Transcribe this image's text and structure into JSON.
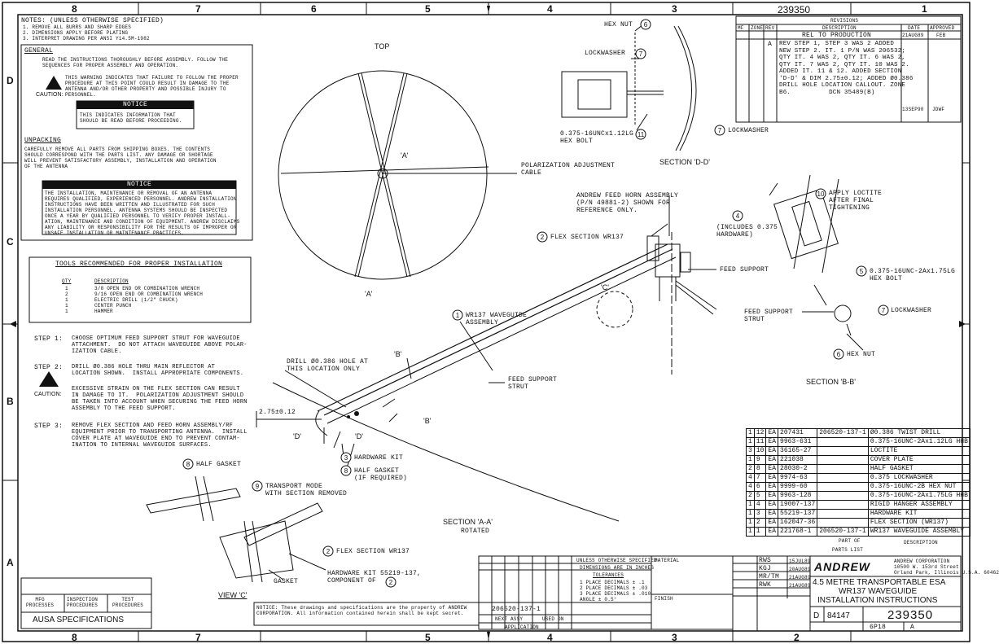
{
  "zones_top": [
    "8",
    "7",
    "6",
    "5",
    "4",
    "3",
    "2",
    "1"
  ],
  "zones_side": [
    "D",
    "C",
    "B",
    "A"
  ],
  "drawing_no": "239350",
  "notes": {
    "title": "NOTES: (UNLESS OTHERWISE SPECIFIED)",
    "lines": [
      "1. REMOVE ALL BURRS AND SHARP EDGES",
      "2. DIMENSIONS APPLY BEFORE PLATING",
      "3. INTERPRET DRAWING PER ANSI Y14.5M-1982"
    ]
  },
  "general": {
    "heading": "GENERAL",
    "text": "READ THE INSTRUCTIONS THOROUGHLY BEFORE ASSEMBLY. FOLLOW THE\nSEQUENCES FOR PROPER ASSEMBLY AND OPERATION.",
    "caution_label": "CAUTION:",
    "caution_text": "THIS WARNING INDICATES THAT FAILURE TO FOLLOW THE PROPER\nPROCEDURE AT THIS POINT COULD RESULT IN DAMAGE TO THE\nANTENNA AND/OR OTHER PROPERTY AND POSSIBLE INJURY TO\nPERSONNEL.",
    "notice1_title": "NOTICE",
    "notice1_text": "THIS INDICATES INFORMATION THAT\nSHOULD BE READ BEFORE PROCEEDING."
  },
  "unpacking": {
    "heading": "UNPACKING",
    "text": "CAREFULLY REMOVE ALL PARTS FROM SHIPPING BOXES. THE CONTENTS\nSHOULD CORRESPOND WITH THE PARTS LIST. ANY DAMAGE OR SHORTAGE\nWILL PREVENT SATISFACTORY ASSEMBLY, INSTALLATION AND OPERATION\nOF THE ANTENNA",
    "notice2_title": "NOTICE",
    "notice2_text": "THE INSTALLATION, MAINTENANCE OR REMOVAL OF AN ANTENNA\nREQUIRES QUALIFIED, EXPERIENCED PERSONNEL. ANDREW INSTALLATION\nINSTRUCTIONS HAVE BEEN WRITTEN AND ILLUSTRATED FOR SUCH\nINSTALLATION PERSONNEL. ANTENNA SYSTEMS SHOULD BE INSPECTED\nONCE A YEAR BY QUALIFIED PERSONNEL TO VERIFY PROPER INSTALL-\nATION, MAINTENANCE AND CONDITION OF EQUIPMENT. ANDREW DISCLAIMS\nANY LIABILITY OR RESPONSIBILITY FOR THE RESULTS OF IMPROPER OR\nUNSAFE INSTALLATION OR MAINTENANCE PRACTICES."
  },
  "tools": {
    "title": "TOOLS RECOMMENDED FOR PROPER INSTALLATION",
    "col_qty": "QTY",
    "col_desc": "DESCRIPTION",
    "items": [
      {
        "qty": "1",
        "desc": "3/8 OPEN END OR COMBINATION WRENCH"
      },
      {
        "qty": "2",
        "desc": "9/16 OPEN END OR COMBINATION WRENCH"
      },
      {
        "qty": "1",
        "desc": "ELECTRIC DRILL (1/2\" CHUCK)"
      },
      {
        "qty": "1",
        "desc": "CENTER PUNCH"
      },
      {
        "qty": "1",
        "desc": "HAMMER"
      }
    ]
  },
  "steps": [
    {
      "label": "STEP 1:",
      "text": "CHOOSE OPTIMUM FEED SUPPORT STRUT FOR WAVEGUIDE\nATTACHMENT.  DO NOT ATTACH WAVEGUIDE ABOVE POLAR-\nIZATION CABLE."
    },
    {
      "label": "STEP 2:",
      "text": "DRILL Ø0.386 HOLE THRU MAIN REFLECTOR AT\nLOCATION SHOWN.  INSTALL APPROPRIATE COMPONENTS."
    },
    {
      "label": "CAUTION:",
      "text": "EXCESSIVE STRAIN ON THE FLEX SECTION CAN RESULT\nIN DAMAGE TO IT.  POLARIZATION ADJUSTMENT SHOULD\nBE TAKEN INTO ACCOUNT WHEN SECURING THE FEED HORN\nASSEMBLY TO THE FEED SUPPORT."
    },
    {
      "label": "STEP 3:",
      "text": "REMOVE FLEX SECTION AND FEED HORN ASSEMBLY/RF\nEQUIPMENT PRIOR TO TRANSPORTING ANTENNA.  INSTALL\nCOVER PLATE AT WAVEGUIDE END TO PREVENT CONTAM-\nINATION TO INTERNAL WAVEGUIDE SURFACES."
    }
  ],
  "labels": {
    "top": "TOP",
    "a_mark": "'A'",
    "pol_cable": "POLARIZATION ADJUSTMENT\nCABLE",
    "hex_nut": "HEX NUT",
    "lockwasher": "LOCKWASHER",
    "hex_bolt_dd": "0.375-16UNCx1.12LG\nHEX BOLT",
    "lockwasher2": "LOCKWASHER",
    "section_dd": "SECTION 'D-D'",
    "feed_horn": "ANDREW FEED HORN ASSEMBLY\n(P/N 49881-2) SHOWN FOR\nREFERENCE ONLY.",
    "flex_wr137": "FLEX SECTION WR137",
    "feed_support": "FEED SUPPORT",
    "c_mark": "'C'",
    "wg_assy": "WR137 WAVEGUIDE\nASSEMBLY",
    "drill": "DRILL Ø0.386 HOLE AT\nTHIS LOCATION ONLY",
    "b_mark": "'B'",
    "fs_strut": "FEED SUPPORT\nSTRUT",
    "dim": "2.75±0.12",
    "d_mark": "'D'",
    "hw_kit": "HARDWARE KIT",
    "half_gasket_req": "HALF GASKET\n(IF REQUIRED)",
    "section_aa": "SECTION 'A-A'",
    "rotated": "ROTATED",
    "half_gasket": "HALF GASKET",
    "transport": "TRANSPORT MODE\nWITH SECTION REMOVED",
    "flex_wr137_b": "FLEX SECTION WR137",
    "hw_kit_b": "HARDWARE KIT 55219-137,\nCOMPONENT OF",
    "gasket": "GASKET",
    "view_c": "VIEW 'C'",
    "loctite": "APPLY LOCTITE\nAFTER FINAL\nTIGHTENING",
    "includes": "(INCLUDES 0.375\nHARDWARE)",
    "hex_bolt_bb": "0.375-16UNC-2Ax1.75LG\nHEX BOLT",
    "fs_strut_bb": "FEED SUPPORT\nSTRUT",
    "lockwasher_bb": "LOCKWASHER",
    "hex_nut_bb": "HEX NUT",
    "section_bb": "SECTION 'B-B'"
  },
  "revisions": {
    "title": "REVISIONS",
    "headers": [
      "MF",
      "ZONE",
      "REV",
      "DESCRIPTION",
      "DATE",
      "APPROVED"
    ],
    "rel": "REL TO PRODUCTION",
    "rel_date": "21AUG89",
    "rel_appr": "FEB",
    "rev": "A",
    "desc": "REV STEP 1, STEP 3 WAS 2 ADDED\nNEW STEP 2. IT. 1 P/N WAS 206532;\nQTY IT. 4 WAS 2, QTY IT. 6 WAS 2,\nQTY IT. 7 WAS 2, QTY IT. 10 WAS 2.\nADDED IT. 11 & 12. ADDED SECTION\n'D-D' & DIM 2.75±0.12; ADDED Ø0.386\nDRILL HOLE LOCATION CALLOUT. ZONE\nB6.          DCN 35489(B)",
    "date": "13SEP90",
    "appr": "JDWF"
  },
  "parts": [
    [
      "1",
      "12",
      "EA",
      "207431",
      "206520-137-1",
      "Ø0.386 TWIST DRILL"
    ],
    [
      "1",
      "11",
      "EA",
      "9963-631",
      "",
      "0.375-16UNC-2Ax1.12LG HHB"
    ],
    [
      "3",
      "10",
      "EA",
      "36165-27",
      "",
      "LOCTITE"
    ],
    [
      "1",
      "9",
      "EA",
      "221038",
      "",
      "COVER PLATE"
    ],
    [
      "2",
      "8",
      "EA",
      "28030-2",
      "",
      "HALF GASKET"
    ],
    [
      "4",
      "7",
      "EA",
      "9974-63",
      "",
      "0.375 LOCKWASHER"
    ],
    [
      "4",
      "6",
      "EA",
      "9999-60",
      "",
      "0.375-16UNC-2B HEX NUT"
    ],
    [
      "2",
      "5",
      "EA",
      "9963-128",
      "",
      "0.375-16UNC-2Ax1.75LG HHB"
    ],
    [
      "1",
      "4",
      "EA",
      "19007-137",
      "",
      "RIGID HANGER ASSEMBLY"
    ],
    [
      "1",
      "3",
      "EA",
      "55219-137",
      "",
      "HARDWARE KIT"
    ],
    [
      "1",
      "2",
      "EA",
      "162047-36",
      "",
      "FLEX SECTION (WR137)"
    ],
    [
      "1",
      "1",
      "EA",
      "221768-1",
      "206520-137-1",
      "WR137 WAVEGUIDE ASSEMBLY"
    ]
  ],
  "parts_footer": {
    "part_of": "PART OF",
    "parts_list": "PARTS LIST",
    "desc": "DESCRIPTION"
  },
  "title_block": {
    "company": "ANDREW",
    "company_addr": "ANDREW CORPORATION\n10500 W. 153rd Street\nOrland Park, Illinois U.S.A. 60462",
    "title1": "4.5 METRE TRANSPORTABLE ESA",
    "title2": "WR137 WAVEGUIDE",
    "title3": "INSTALLATION INSTRUCTIONS",
    "size": "D",
    "code": "84147",
    "dwg": "239350",
    "names": [
      "RWS",
      "KGJ",
      "MR/TM",
      "RWK"
    ],
    "dates": [
      "15JUL89",
      "20AUG89",
      "21AUG89",
      "21AUG89"
    ],
    "page": "6P18",
    "rev": "A"
  },
  "tolerances": {
    "head": "UNLESS OTHERWISE SPECIFIED",
    "sub": "DIMENSIONS ARE IN INCHES",
    "title": "TOLERANCES",
    "l1": "1 PLACE DECIMALS ± .1",
    "l2": "2 PLACE DECIMALS ± .03",
    "l3": "3 PLACE DECIMALS ± .010",
    "l4": "ANGLE ± 0.5°",
    "material": "MATERIAL",
    "finish": "FINISH"
  },
  "next_assy": "206520-137-1",
  "next_labels": {
    "next": "NEXT ASSY",
    "used_on": "USED ON",
    "application": "APPLICATION"
  },
  "mfg_box": [
    "MFG\nPROCESSES",
    "INSPECTION\nPROCEDURES",
    "TEST\nPROCEDURES"
  ],
  "ausa": "AUSA SPECIFICATIONS",
  "notice_text": "NOTICE: These drawings and specifications are the property of ANDREW CORPORATION. All information contained herein shall be kept secret."
}
